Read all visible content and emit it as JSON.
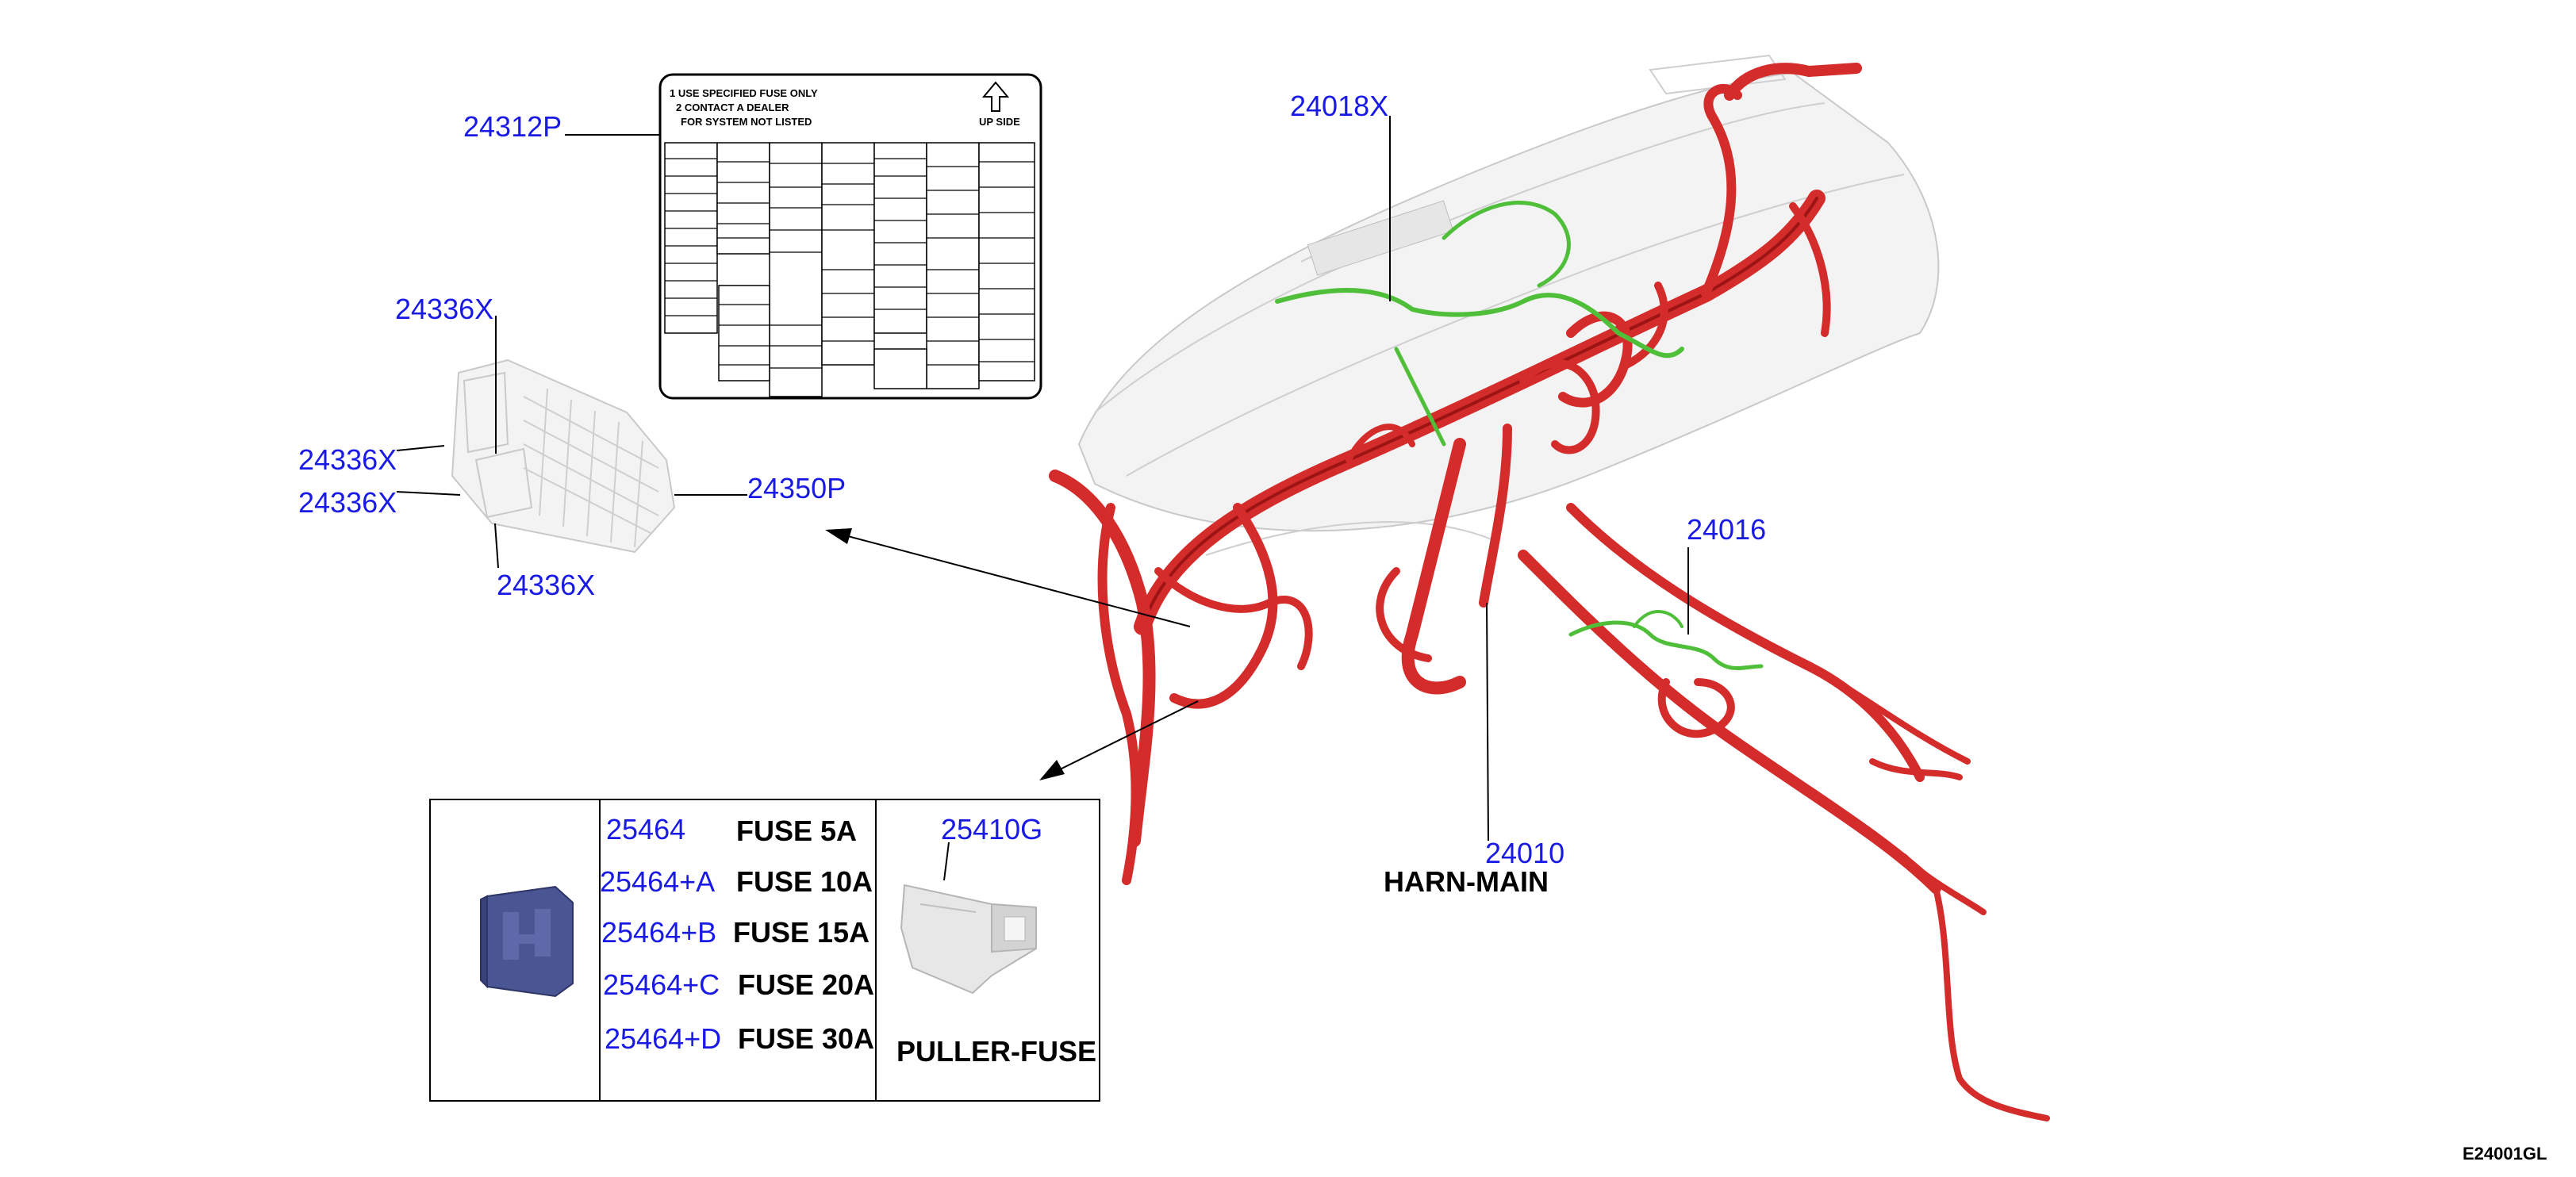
{
  "callouts": {
    "label_24312p": "24312P",
    "relay_box_top": "24336X",
    "relay_box_left1": "24336X",
    "relay_box_left2": "24336X",
    "relay_box_bottom": "24336X",
    "fuse_block": "24350P",
    "sub_harness": "24018X",
    "sub_harness_lower": "24016",
    "main_harness_num": "24010",
    "main_harness_name": "HARN-MAIN"
  },
  "fuse_label_card": {
    "line1": "1 USE SPECIFIED FUSE ONLY",
    "line2": "2 CONTACT A DEALER",
    "line3": "FOR SYSTEM NOT LISTED",
    "upside": "UP SIDE"
  },
  "fuse_table": {
    "rows": [
      {
        "part": "25464",
        "desc": "FUSE 5A"
      },
      {
        "part": "25464+A",
        "desc": "FUSE 10A"
      },
      {
        "part": "25464+B",
        "desc": "FUSE 15A"
      },
      {
        "part": "25464+C",
        "desc": "FUSE 20A"
      },
      {
        "part": "25464+D",
        "desc": "FUSE 30A"
      }
    ],
    "puller_part": "25410G",
    "puller_name": "PULLER-FUSE"
  },
  "figure_code": "E24001GL",
  "colors": {
    "part_number": "#1a1ae6",
    "harness": "#d42b2b",
    "sub_harness": "#4fbf3a",
    "fuse_body": "#4a5593"
  }
}
